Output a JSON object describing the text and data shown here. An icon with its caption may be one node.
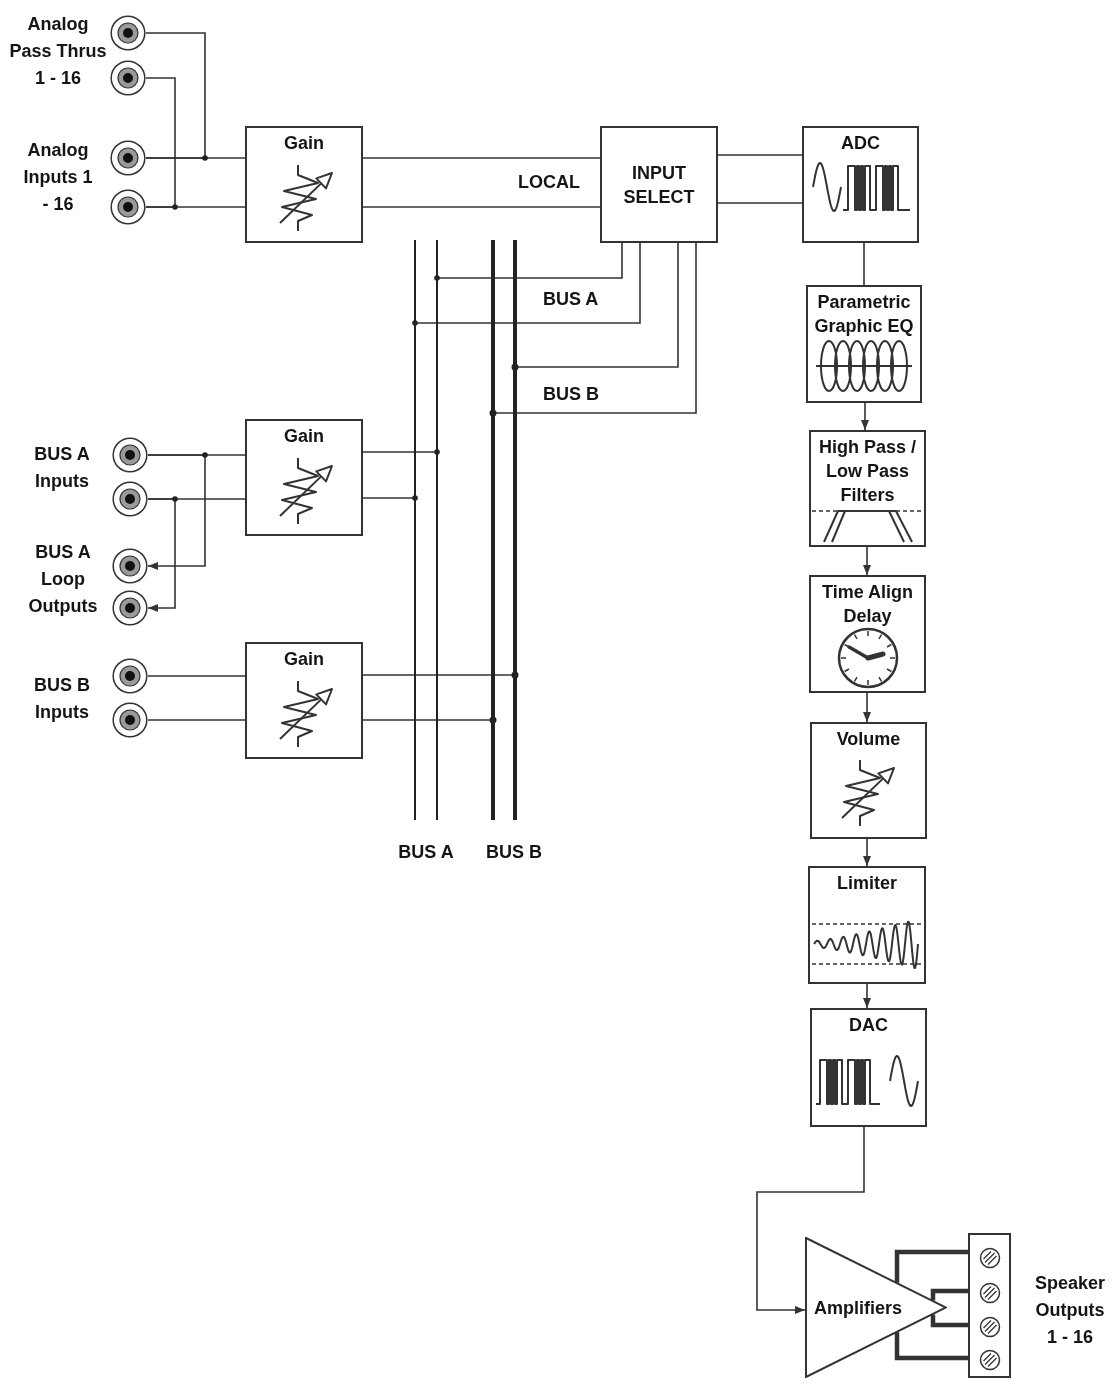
{
  "diagram": {
    "nodes": [
      {
        "text": [],
        "shape": "circle"
      },
      {
        "text": [],
        "shape": "circle"
      },
      {
        "text": [],
        "shape": "circle"
      },
      {
        "text": [],
        "shape": "circle"
      },
      {
        "text": [
          "Gain"
        ]
      },
      {
        "text": [
          "INPUT SELECT"
        ]
      },
      {
        "text": [
          "ADC"
        ]
      },
      {
        "text": [],
        "shape": "bar"
      },
      {
        "text": [],
        "shape": "bar"
      },
      {
        "text": [],
        "shape": "bar"
      },
      {
        "text": [],
        "shape": "bar"
      },
      {
        "text": [
          "Parametric Graphic EQ"
        ]
      },
      {
        "text": [
          "High Pass / Low Pass Filters"
        ]
      },
      {
        "text": [],
        "shape": "circle"
      },
      {
        "text": [],
        "shape": "circle"
      },
      {
        "text": [
          "Gain"
        ]
      },
      {
        "text": [],
        "shape": "circle"
      },
      {
        "text": [],
        "shape": "circle"
      },
      {
        "text": [
          "Time Align Delay"
        ]
      },
      {
        "text": [],
        "shape": "circle"
      },
      {
        "text": [],
        "shape": "circle"
      },
      {
        "text": [
          "Gain"
        ]
      },
      {
        "text": [
          "Volume"
        ]
      },
      {
        "text": [
          "Limiter"
        ]
      },
      {
        "text": [
          "DAC"
        ]
      },
      {
        "text": [
          "Amplifiers"
        ]
      },
      {
        "text": [],
        "shape": "box",
        "beside": [
          "Speaker Outputs 1 - 16"
        ]
      }
    ],
    "edges": [
      {
        "from": 2,
        "to": 4,
        "arrow": "none"
      },
      {
        "from": 3,
        "to": 4,
        "arrow": "none"
      },
      {
        "from": 2,
        "to": 0,
        "arrow": "none"
      },
      {
        "from": 3,
        "to": 1,
        "arrow": "none"
      },
      {
        "from": 4,
        "to": 5,
        "arrow": "none",
        "label": "LOCAL"
      },
      {
        "from": 4,
        "to": 5,
        "arrow": "none"
      },
      {
        "from": 5,
        "to": 6,
        "arrow": "none"
      },
      {
        "from": 5,
        "to": 6,
        "arrow": "none"
      },
      {
        "from": 8,
        "to": 5,
        "arrow": "none",
        "label": "BUS A"
      },
      {
        "from": 7,
        "to": 5,
        "arrow": "none"
      },
      {
        "from": 10,
        "to": 5,
        "arrow": "none",
        "label": "BUS B"
      },
      {
        "from": 9,
        "to": 5,
        "arrow": "none"
      },
      {
        "from": 6,
        "to": 11,
        "arrow": "none"
      },
      {
        "from": 11,
        "to": 12,
        "arrow": "to"
      },
      {
        "from": 12,
        "to": 18,
        "arrow": "to"
      },
      {
        "from": 18,
        "to": 22,
        "arrow": "to"
      },
      {
        "from": 22,
        "to": 23,
        "arrow": "to"
      },
      {
        "from": 23,
        "to": 24,
        "arrow": "to"
      },
      {
        "from": 24,
        "to": 25,
        "arrow": "to"
      },
      {
        "from": 25,
        "to": 26,
        "arrow": "none",
        "style": "thick"
      },
      {
        "from": 25,
        "to": 26,
        "arrow": "none",
        "style": "thick"
      },
      {
        "from": 25,
        "to": 26,
        "arrow": "none",
        "style": "thick"
      },
      {
        "from": 25,
        "to": 26,
        "arrow": "none",
        "style": "thick"
      },
      {
        "from": 13,
        "to": 15,
        "arrow": "none"
      },
      {
        "from": 14,
        "to": 15,
        "arrow": "none"
      },
      {
        "from": 13,
        "to": 16,
        "arrow": "to"
      },
      {
        "from": 14,
        "to": 17,
        "arrow": "to"
      },
      {
        "from": 15,
        "to": 8,
        "arrow": "none"
      },
      {
        "from": 15,
        "to": 7,
        "arrow": "none"
      },
      {
        "from": 19,
        "to": 21,
        "arrow": "none"
      },
      {
        "from": 20,
        "to": 21,
        "arrow": "none"
      },
      {
        "from": 21,
        "to": 10,
        "arrow": "none"
      },
      {
        "from": 21,
        "to": 9,
        "arrow": "none"
      }
    ],
    "labels": [
      "Analog Pass Thrus 1 - 16",
      "Analog Inputs 1 - 16",
      "BUS A Inputs",
      "BUS A Loop Outputs",
      "BUS B Inputs",
      "BUS A",
      "BUS B"
    ]
  }
}
